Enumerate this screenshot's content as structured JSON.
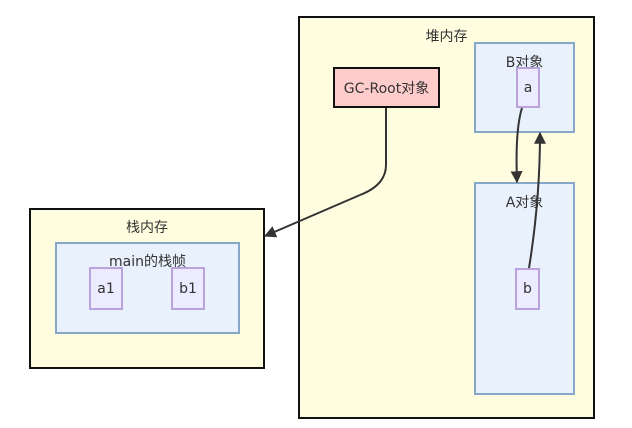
{
  "heap": {
    "title": "堆内存",
    "gc_root": "GC-Root对象",
    "b_object": {
      "title": "B对象",
      "field": "a"
    },
    "a_object": {
      "title": "A对象",
      "field": "b"
    }
  },
  "stack": {
    "title": "栈内存",
    "frame": {
      "title": "main的栈帧",
      "fields": [
        "a1",
        "b1"
      ]
    }
  },
  "edges": [
    {
      "from": "GC-Root对象",
      "to": "栈内存"
    },
    {
      "from": "a",
      "to": "A对象"
    },
    {
      "from": "b",
      "to": "B对象"
    }
  ],
  "colors": {
    "memory_fill": "#fffde0",
    "object_fill": "#e8f1fc",
    "object_border": "#86a7c8",
    "field_fill": "#ecebff",
    "field_border": "#b9a2de",
    "gc_root_fill": "#ffcccc",
    "edge": "#333333"
  }
}
